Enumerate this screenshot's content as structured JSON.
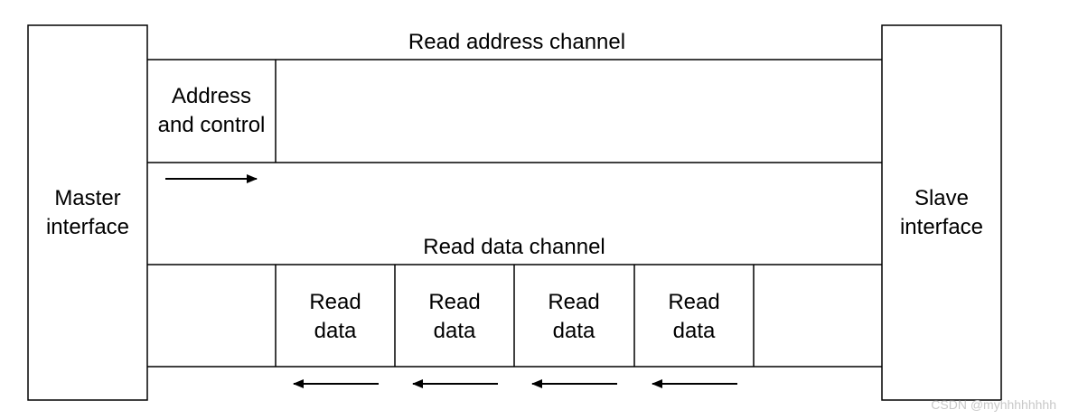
{
  "master": {
    "line1": "Master",
    "line2": "interface"
  },
  "slave": {
    "line1": "Slave",
    "line2": "interface"
  },
  "read_address_channel": {
    "title": "Read address channel",
    "box": {
      "line1": "Address",
      "line2": "and control"
    }
  },
  "read_data_channel": {
    "title": "Read data channel",
    "boxes": [
      {
        "line1": "Read",
        "line2": "data"
      },
      {
        "line1": "Read",
        "line2": "data"
      },
      {
        "line1": "Read",
        "line2": "data"
      },
      {
        "line1": "Read",
        "line2": "data"
      }
    ]
  },
  "watermark": "CSDN @myhhhhhhhh",
  "colors": {
    "line": "#000000",
    "background": "#ffffff",
    "watermark": "#c8c8c8"
  }
}
